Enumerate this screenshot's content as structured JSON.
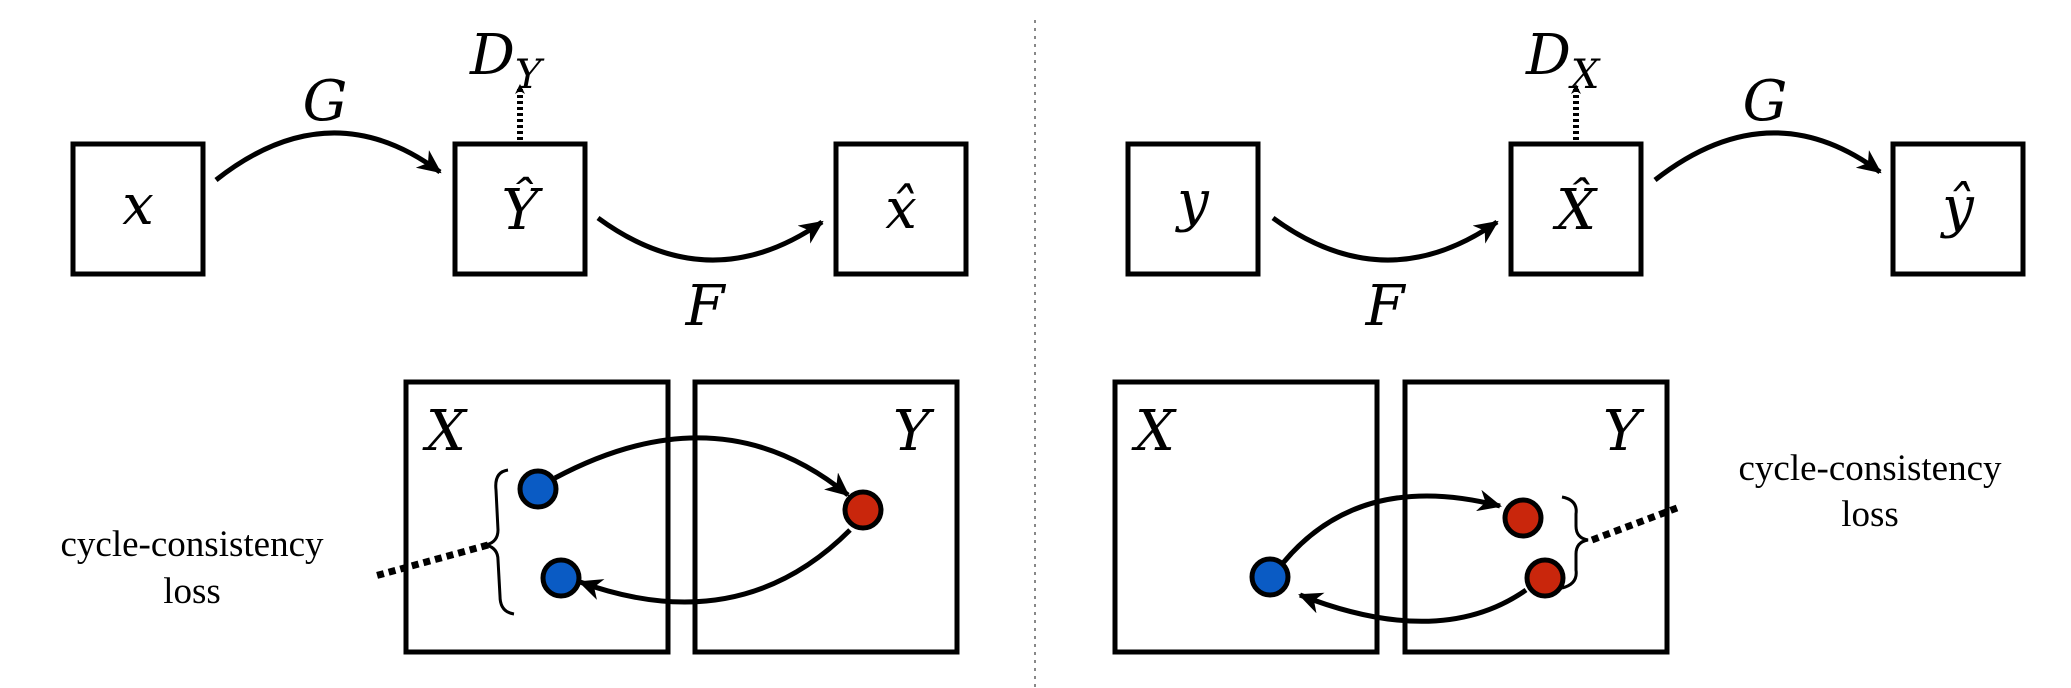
{
  "left": {
    "nodes": {
      "input": "x",
      "mid": "Ŷ",
      "output": "x̂"
    },
    "discriminator": {
      "base": "D",
      "sub": "Y"
    },
    "edges": {
      "forward": "G",
      "backward": "F"
    },
    "domains": {
      "first": "X",
      "second": "Y"
    },
    "loss_label": [
      "cycle-consistency",
      "loss"
    ]
  },
  "right": {
    "nodes": {
      "input": "y",
      "mid": "X̂",
      "output": "ŷ"
    },
    "discriminator": {
      "base": "D",
      "sub": "X"
    },
    "edges": {
      "forward": "F",
      "backward": "G"
    },
    "domains": {
      "first": "X",
      "second": "Y"
    },
    "loss_label": [
      "cycle-consistency",
      "loss"
    ]
  },
  "colors": {
    "blue_point": "#0a5bc4",
    "red_point": "#c9260c",
    "stroke": "#000000",
    "divider": "#888888"
  }
}
